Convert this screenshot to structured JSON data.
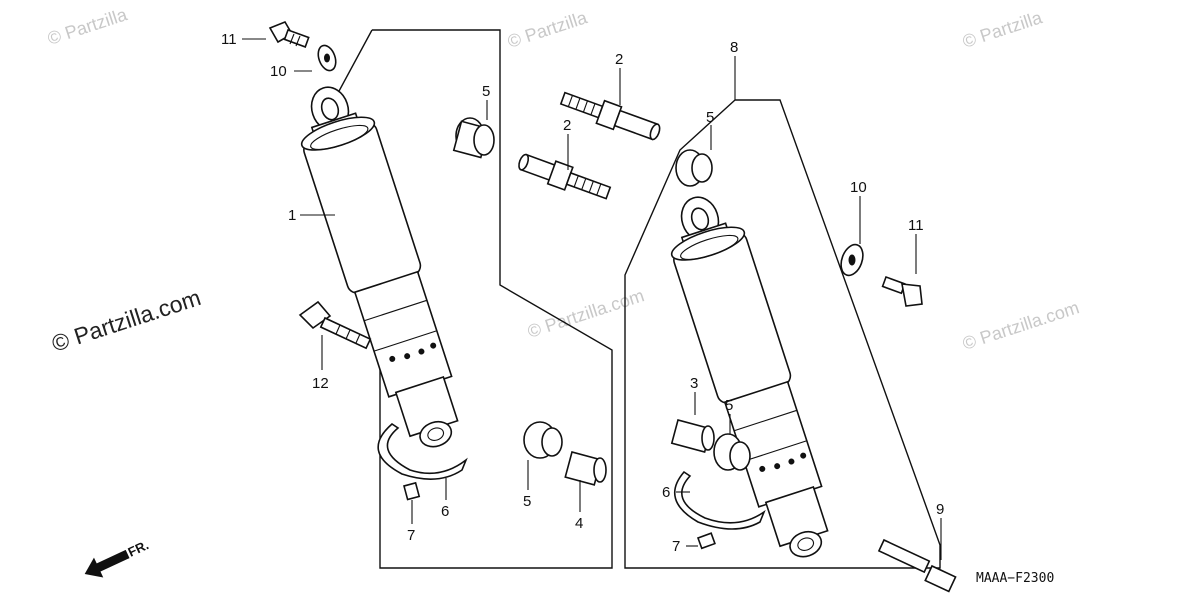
{
  "diagram": {
    "callouts": {
      "c1": "1",
      "c2a": "2",
      "c2b": "2",
      "c3": "3",
      "c4": "4",
      "c5a": "5",
      "c5b": "5",
      "c5c": "5",
      "c5d": "5",
      "c6a": "6",
      "c6b": "6",
      "c7a": "7",
      "c7b": "7",
      "c8": "8",
      "c9": "9",
      "c10a": "10",
      "c10b": "10",
      "c11a": "11",
      "c11b": "11",
      "c12": "12"
    },
    "direction_label": "FR.",
    "diagram_code": "MAAA−F2300"
  },
  "watermark": {
    "text_main": "© Partzilla.com",
    "text_small": "© Partzilla.com",
    "text_corner": "© Partzilla"
  }
}
